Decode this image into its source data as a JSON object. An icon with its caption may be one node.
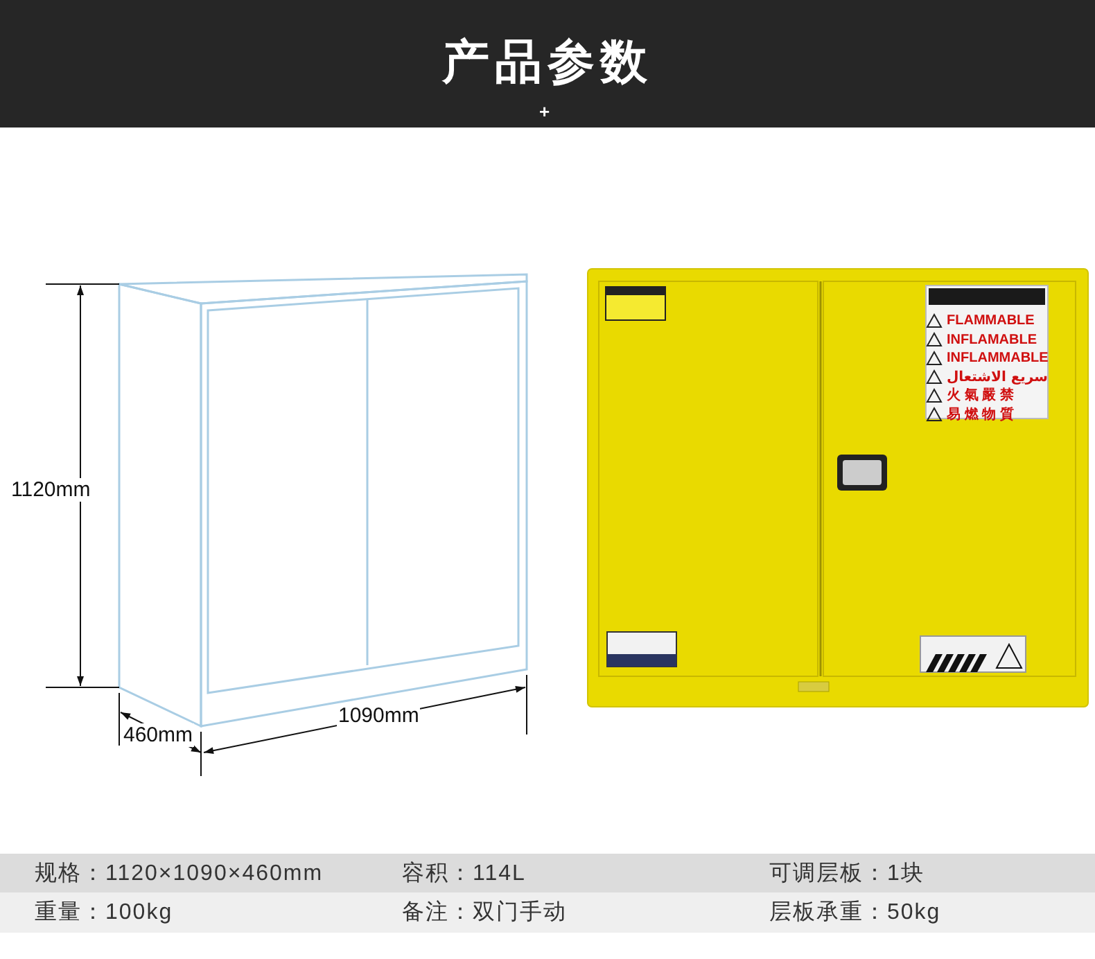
{
  "diagram": {
    "title": "产品参数",
    "labels": [
      "+",
      "1120mm",
      "460mm",
      "1090mm",
      "FLAMMABLE",
      "INFLAMABLE",
      "INFLAMMABLE",
      "سريع الاشتعال",
      "火 氣 嚴 禁",
      "易 燃 物 質",
      "规格：1120×1090×460mm",
      "容积：114L",
      "可调层板：1块",
      "重量：100kg",
      "备注：双门手动",
      "层板承重：50kg"
    ]
  }
}
